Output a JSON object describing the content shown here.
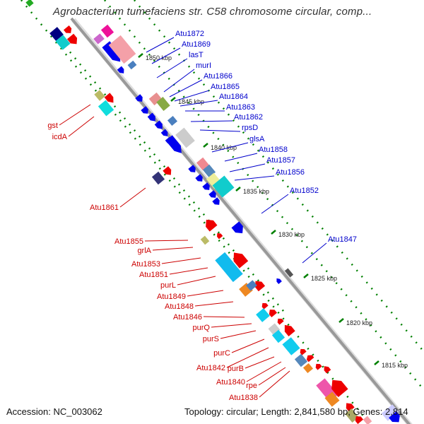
{
  "title": "Agrobacterium tumefaciens str. C58 chromosome circular, comp...",
  "footer": {
    "accession": "Accession: NC_003062",
    "summary": "Topology: circular; Length: 2,841,580 bp; Genes: 2,814"
  },
  "colors": {
    "forward_label": "#0000cc",
    "reverse_label": "#cc0000",
    "backbone": "#999999",
    "tick": "#008000"
  },
  "ruler": [
    {
      "label": "1850 kbp"
    },
    {
      "label": "1845 kbp"
    },
    {
      "label": "1840 kbp"
    },
    {
      "label": "1835 kbp"
    },
    {
      "label": "1830 kbp"
    },
    {
      "label": "1825 kbp"
    },
    {
      "label": "1820 kbp"
    },
    {
      "label": "1815 kbp"
    }
  ],
  "forward_genes": [
    {
      "label": "Atu1872"
    },
    {
      "label": "Atu1869"
    },
    {
      "label": "lasT"
    },
    {
      "label": "murI"
    },
    {
      "label": "Atu1866"
    },
    {
      "label": "Atu1865"
    },
    {
      "label": "Atu1864"
    },
    {
      "label": "Atu1863"
    },
    {
      "label": "Atu1862"
    },
    {
      "label": "rpsD"
    },
    {
      "label": "glsA"
    },
    {
      "label": "Atu1858"
    },
    {
      "label": "Atu1857"
    },
    {
      "label": "Atu1856"
    },
    {
      "label": "Atu1852"
    },
    {
      "label": "Atu1847"
    }
  ],
  "reverse_genes": [
    {
      "label": "gst"
    },
    {
      "label": "icdA"
    },
    {
      "label": "Atu1861"
    },
    {
      "label": "Atu1855"
    },
    {
      "label": "grlA"
    },
    {
      "label": "Atu1853"
    },
    {
      "label": "Atu1851"
    },
    {
      "label": "purL"
    },
    {
      "label": "Atu1849"
    },
    {
      "label": "Atu1848"
    },
    {
      "label": "Atu1846"
    },
    {
      "label": "purQ"
    },
    {
      "label": "purS"
    },
    {
      "label": "purC"
    },
    {
      "label": "Atu1842"
    },
    {
      "label": "purB"
    },
    {
      "label": "Atu1840"
    },
    {
      "label": "rpe"
    },
    {
      "label": "Atu1838"
    }
  ]
}
